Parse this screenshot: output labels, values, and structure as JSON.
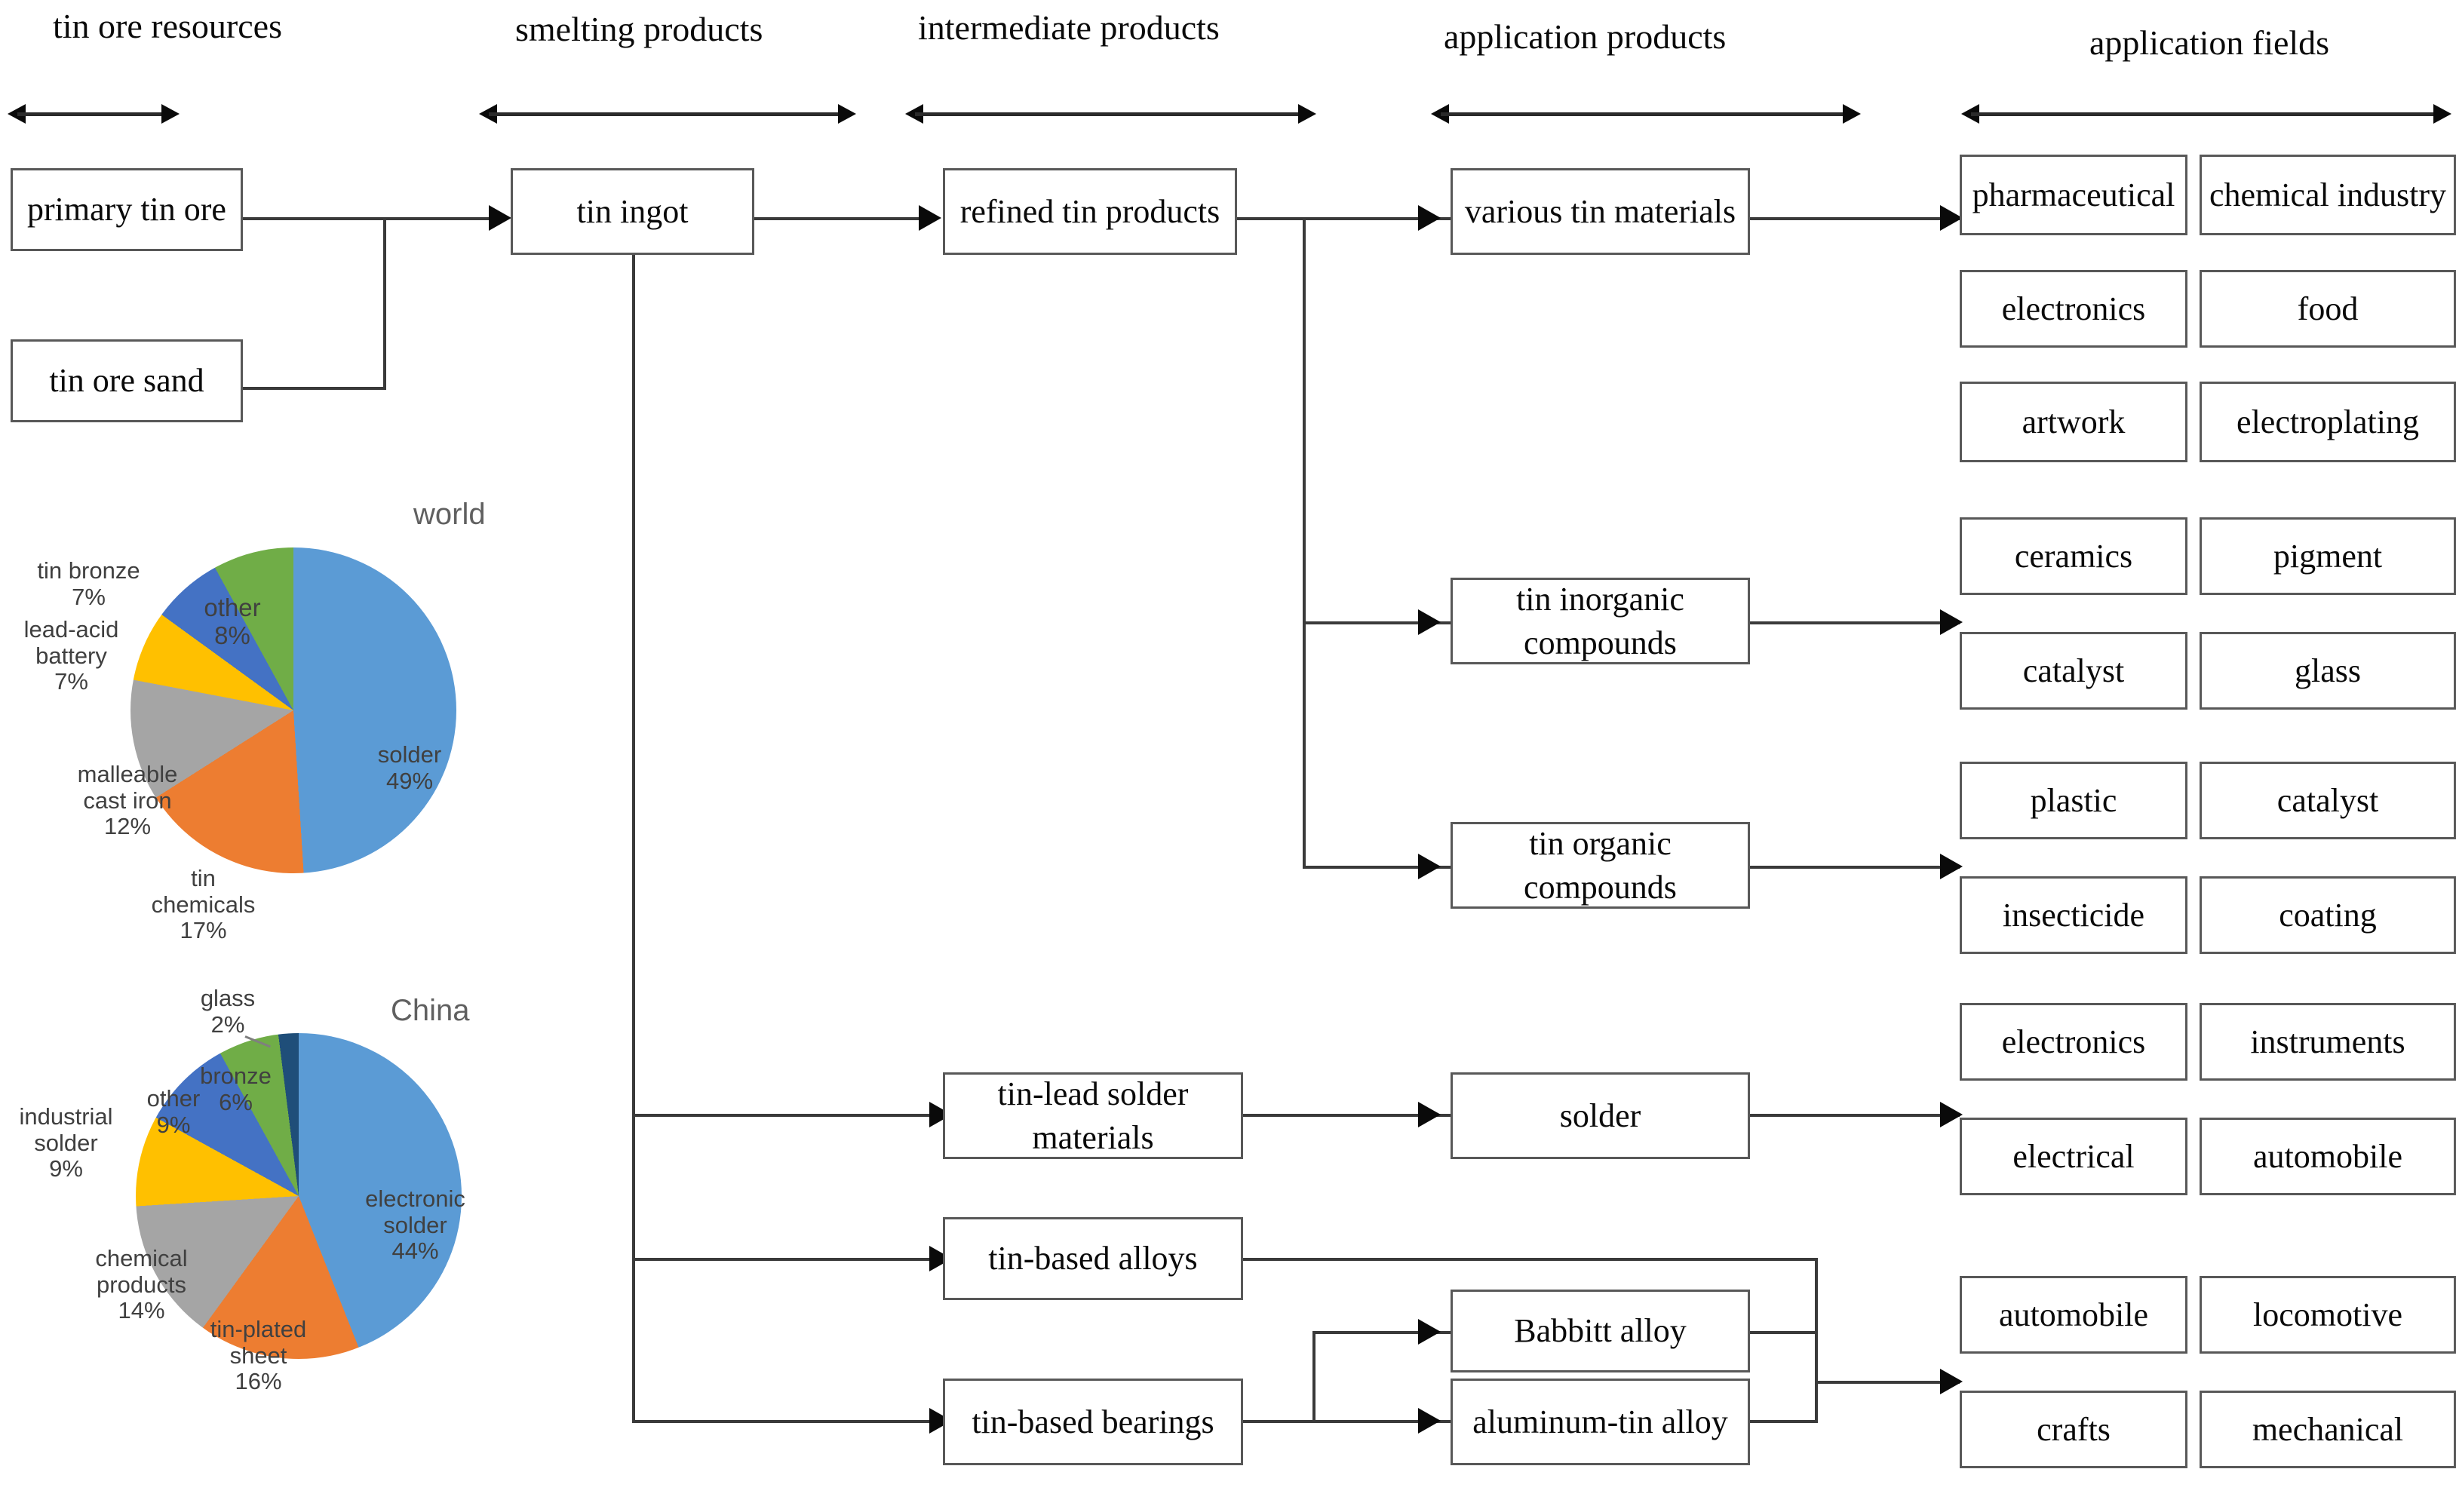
{
  "columns": [
    {
      "title": "tin ore resources"
    },
    {
      "title": "smelting products"
    },
    {
      "title": "intermediate products"
    },
    {
      "title": "application products"
    },
    {
      "title": "application fields"
    }
  ],
  "nodes": {
    "primary_tin_ore": "primary tin ore",
    "tin_ore_sand": "tin ore sand",
    "tin_ingot": "tin ingot",
    "refined_tin_products": "refined tin products",
    "tin_lead_solder_materials": "tin-lead solder materials",
    "tin_based_alloys": "tin-based alloys",
    "tin_based_bearings": "tin-based bearings",
    "various_tin_materials": "various tin materials",
    "tin_inorganic_compounds": "tin inorganic compounds",
    "tin_organic_compounds": "tin organic compounds",
    "solder": "solder",
    "babbitt_alloy": "Babbitt alloy",
    "aluminum_tin_alloy": "aluminum-tin alloy"
  },
  "application_fields": {
    "group_materials": [
      "pharmaceutical",
      "chemical industry",
      "electronics",
      "food",
      "artwork",
      "electroplating"
    ],
    "group_inorganic": [
      "ceramics",
      "pigment",
      "catalyst",
      "glass"
    ],
    "group_organic": [
      "plastic",
      "catalyst",
      "insecticide",
      "coating"
    ],
    "group_solder": [
      "electronics",
      "instruments",
      "electrical",
      "automobile"
    ],
    "group_alloy": [
      "automobile",
      "locomotive",
      "crafts",
      "mechanical"
    ]
  },
  "chart_data": [
    {
      "type": "pie",
      "title": "world",
      "categories": [
        "solder",
        "tin chemicals",
        "malleable cast iron",
        "lead-acid battery",
        "tin bronze",
        "other"
      ],
      "values": [
        49,
        17,
        12,
        7,
        7,
        8
      ],
      "labels": [
        "solder\n49%",
        "tin\nchemicals\n17%",
        "malleable\ncast iron\n12%",
        "lead-acid\nbattery\n7%",
        "tin bronze\n7%",
        "other\n8%"
      ],
      "colors": [
        "#5B9BD5",
        "#ED7D31",
        "#A5A5A5",
        "#FFC000",
        "#4472C4",
        "#70AD47"
      ],
      "unit": "%",
      "legend": "none",
      "start_angle": 0
    },
    {
      "type": "pie",
      "title": "China",
      "categories": [
        "electronic solder",
        "tin-plated sheet",
        "chemical products",
        "industrial solder",
        "other",
        "bronze",
        "glass"
      ],
      "values": [
        44,
        16,
        14,
        9,
        9,
        6,
        2
      ],
      "labels": [
        "electronic\nsolder\n44%",
        "tin-plated\nsheet\n16%",
        "chemical\nproducts\n14%",
        "industrial\nsolder\n9%",
        "other\n9%",
        "bronze\n6%",
        "glass\n2%"
      ],
      "colors": [
        "#5B9BD5",
        "#ED7D31",
        "#A5A5A5",
        "#FFC000",
        "#4472C4",
        "#70AD47",
        "#1F4E79"
      ],
      "unit": "%",
      "legend": "none",
      "start_angle": 0
    }
  ],
  "pie_world_labels": {
    "solder": "solder",
    "solder_pct": "49%",
    "tin_chemicals_1": "tin",
    "tin_chemicals_2": "chemicals",
    "tin_chemicals_pct": "17%",
    "malleable_1": "malleable",
    "malleable_2": "cast iron",
    "malleable_pct": "12%",
    "lead_acid_1": "lead-acid",
    "lead_acid_2": "battery",
    "lead_acid_pct": "7%",
    "tin_bronze": "tin bronze",
    "tin_bronze_pct": "7%",
    "other": "other",
    "other_pct": "8%"
  },
  "pie_china_labels": {
    "electronic_1": "electronic",
    "electronic_2": "solder",
    "electronic_pct": "44%",
    "tinplated_1": "tin-plated",
    "tinplated_2": "sheet",
    "tinplated_pct": "16%",
    "chemical_1": "chemical",
    "chemical_2": "products",
    "chemical_pct": "14%",
    "industrial_1": "industrial",
    "industrial_2": "solder",
    "industrial_pct": "9%",
    "other": "other",
    "other_pct": "9%",
    "bronze": "bronze",
    "bronze_pct": "6%",
    "glass": "glass",
    "glass_pct": "2%"
  },
  "colors": {
    "blue": "#5B9BD5",
    "orange": "#ED7D31",
    "gray": "#A5A5A5",
    "yellow": "#FFC000",
    "darkblue": "#4472C4",
    "green": "#70AD47",
    "navy": "#1F4E79",
    "box_border": "#585858",
    "connector": "#3a3a3a"
  }
}
